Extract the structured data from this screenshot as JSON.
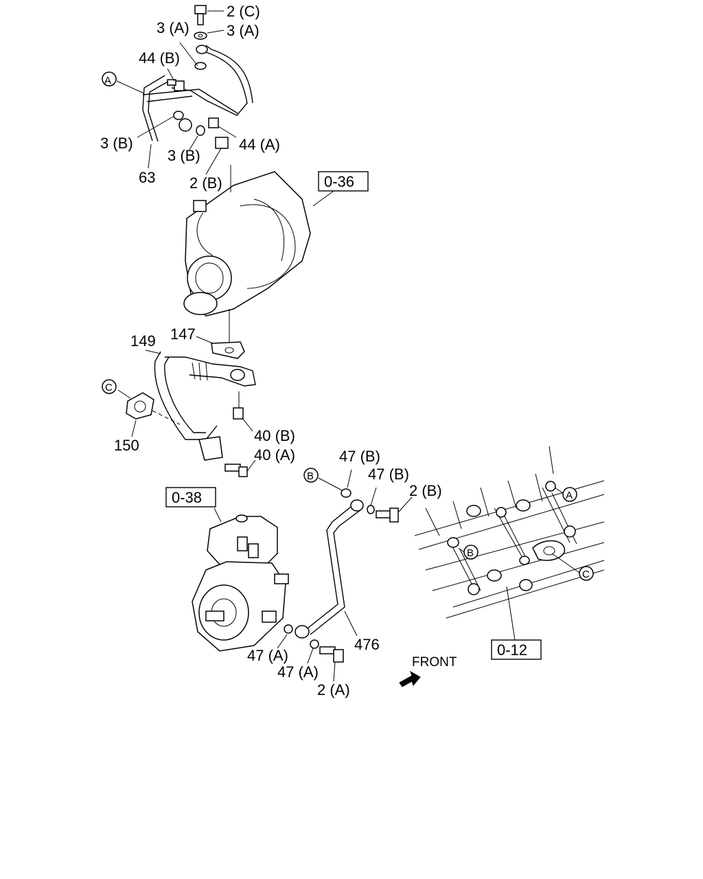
{
  "labels": {
    "l_2c": "2 (C)",
    "l_3a_left": "3 (A)",
    "l_3a_right": "3 (A)",
    "l_44b": "44 (B)",
    "l_a_callout": "A",
    "l_3b_left": "3 (B)",
    "l_3b_mid": "3 (B)",
    "l_44a": "44 (A)",
    "l_63": "63",
    "l_2b_top": "2 (B)",
    "l_036": "0-36",
    "l_149": "149",
    "l_147": "147",
    "l_c_callout": "C",
    "l_150": "150",
    "l_40b": "40 (B)",
    "l_40a": "40 (A)",
    "l_47b_top": "47 (B)",
    "l_b_callout": "B",
    "l_47b_mid": "47 (B)",
    "l_2b_right": "2 (B)",
    "l_038": "0-38",
    "l_a_block": "A",
    "l_b_block": "B",
    "l_c_block": "C",
    "l_476": "476",
    "l_47a_left": "47 (A)",
    "l_47a_mid": "47 (A)",
    "l_2a": "2 (A)",
    "l_front": "FRONT",
    "l_012": "0-12"
  }
}
